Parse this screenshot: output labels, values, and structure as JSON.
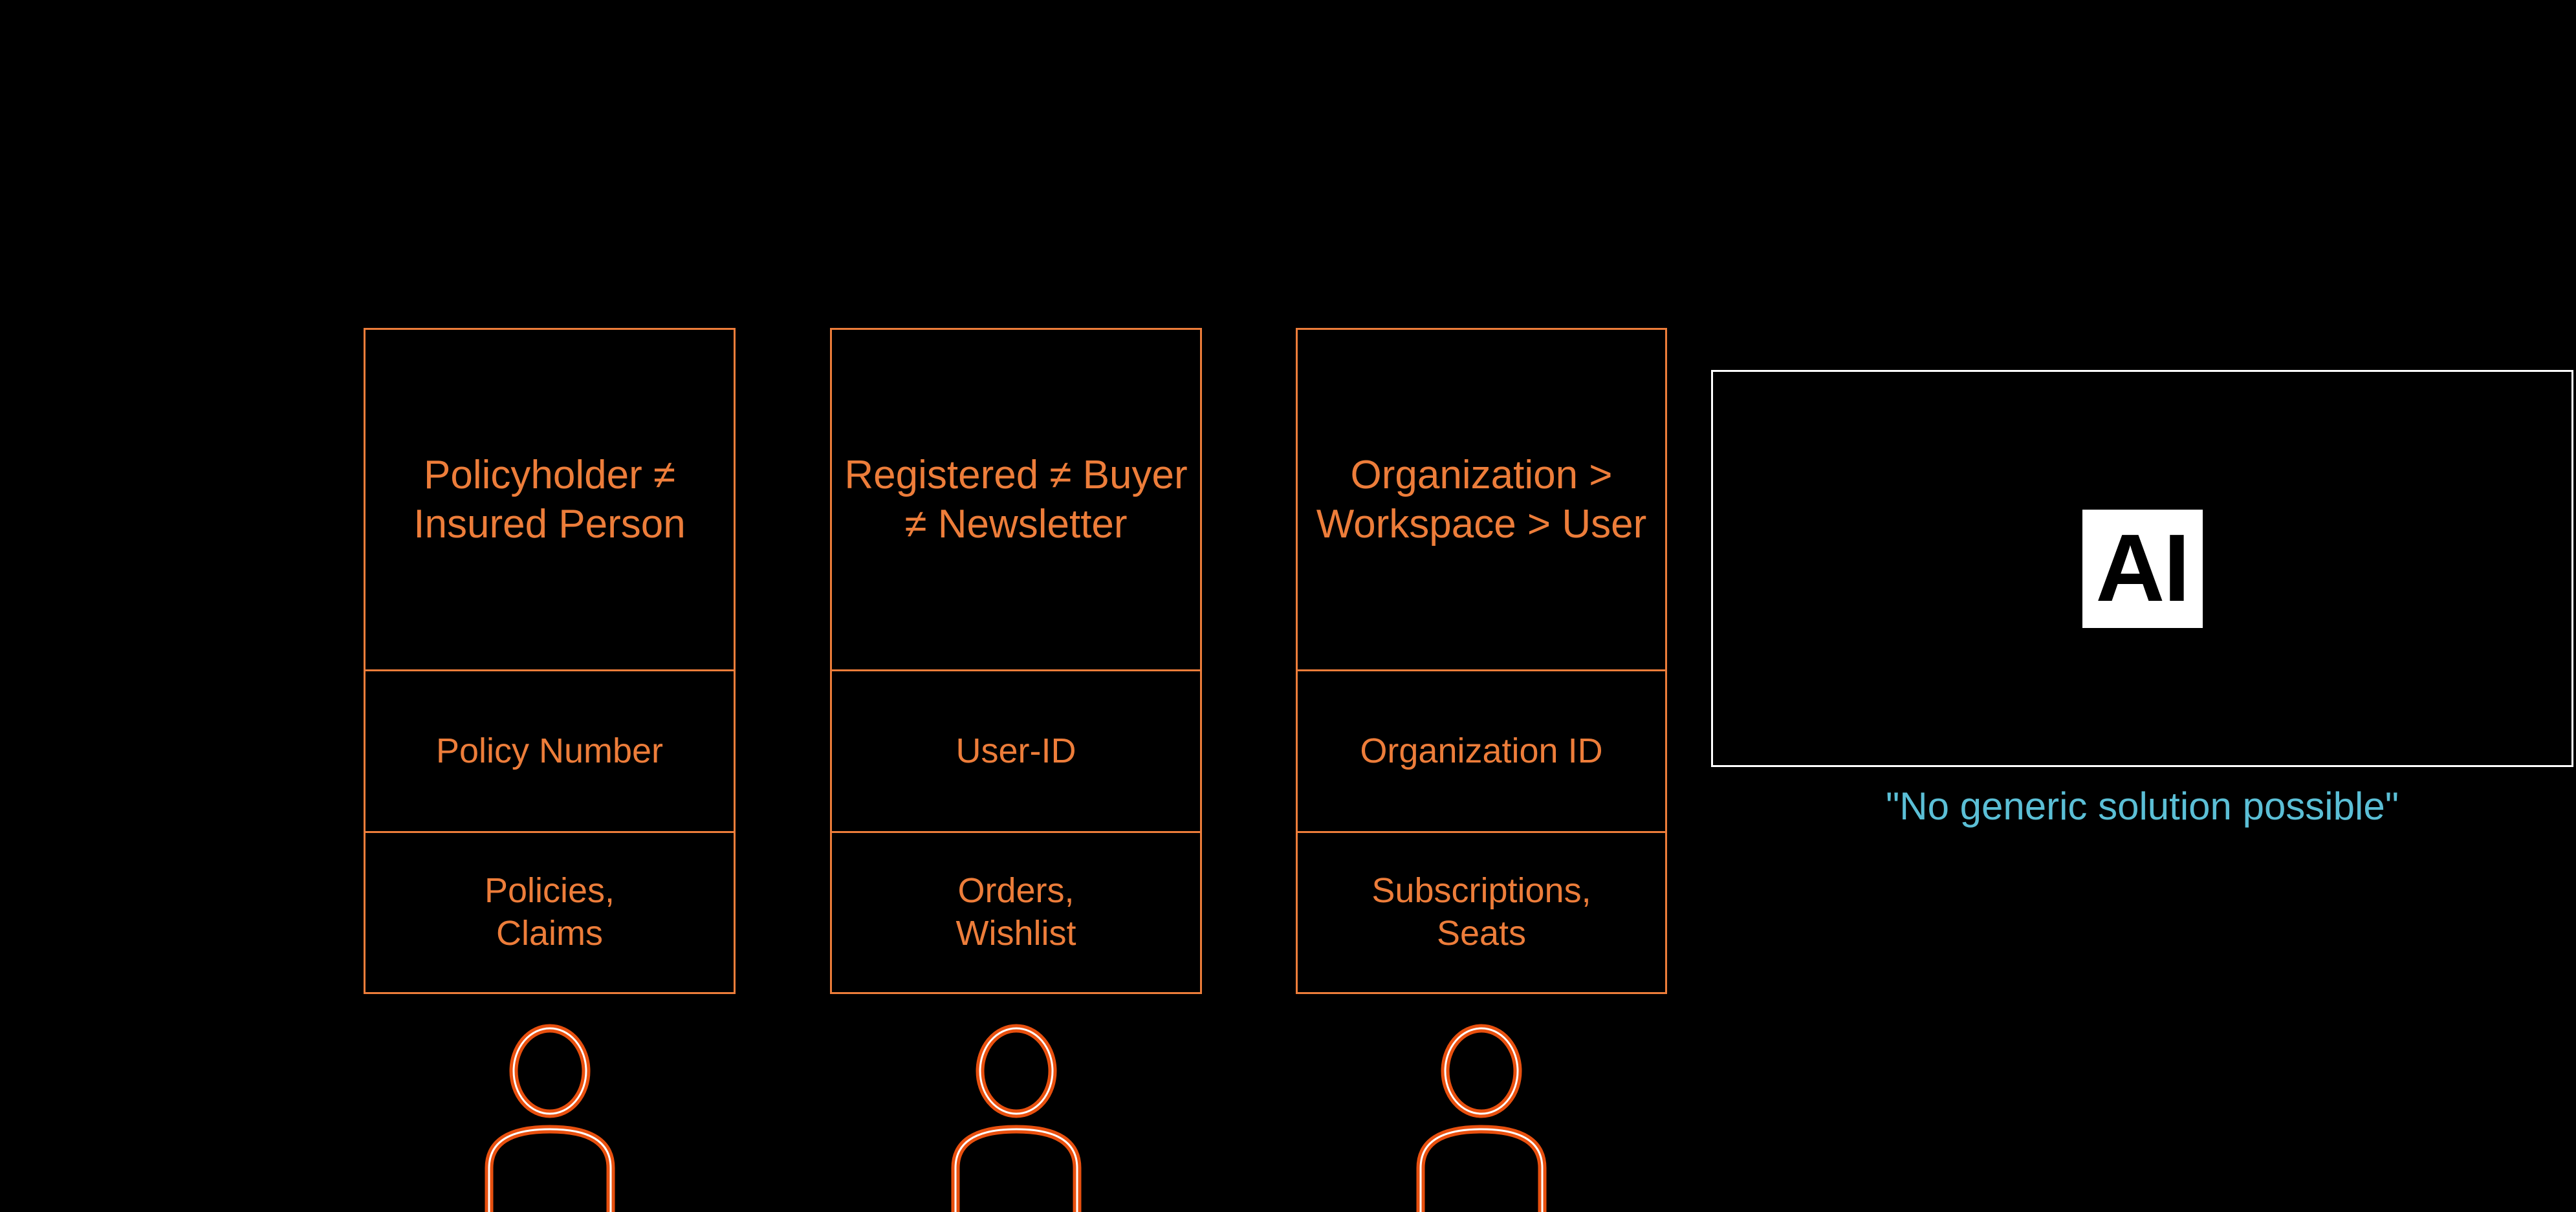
{
  "canvas": {
    "background_color": "#000000",
    "accent_color": "#ED7D3A",
    "caption_color": "#5BBFD6",
    "panel_border_color": "#FFFFFF"
  },
  "columns": [
    {
      "concept": "Policyholder ≠ Insured Person",
      "identifier": "Policy Number",
      "objects": "Policies,\nClaims",
      "person_icon": "person-icon"
    },
    {
      "concept": "Registered ≠ Buyer ≠ Newsletter",
      "identifier": "User-ID",
      "objects": "Orders,\nWishlist",
      "person_icon": "person-icon"
    },
    {
      "concept": "Organization > Workspace > User",
      "identifier": "Organization ID",
      "objects": "Subscriptions,\nSeats",
      "person_icon": "person-icon"
    }
  ],
  "ai_panel": {
    "logo_label": "AI",
    "caption": "\"No generic solution possible\""
  }
}
